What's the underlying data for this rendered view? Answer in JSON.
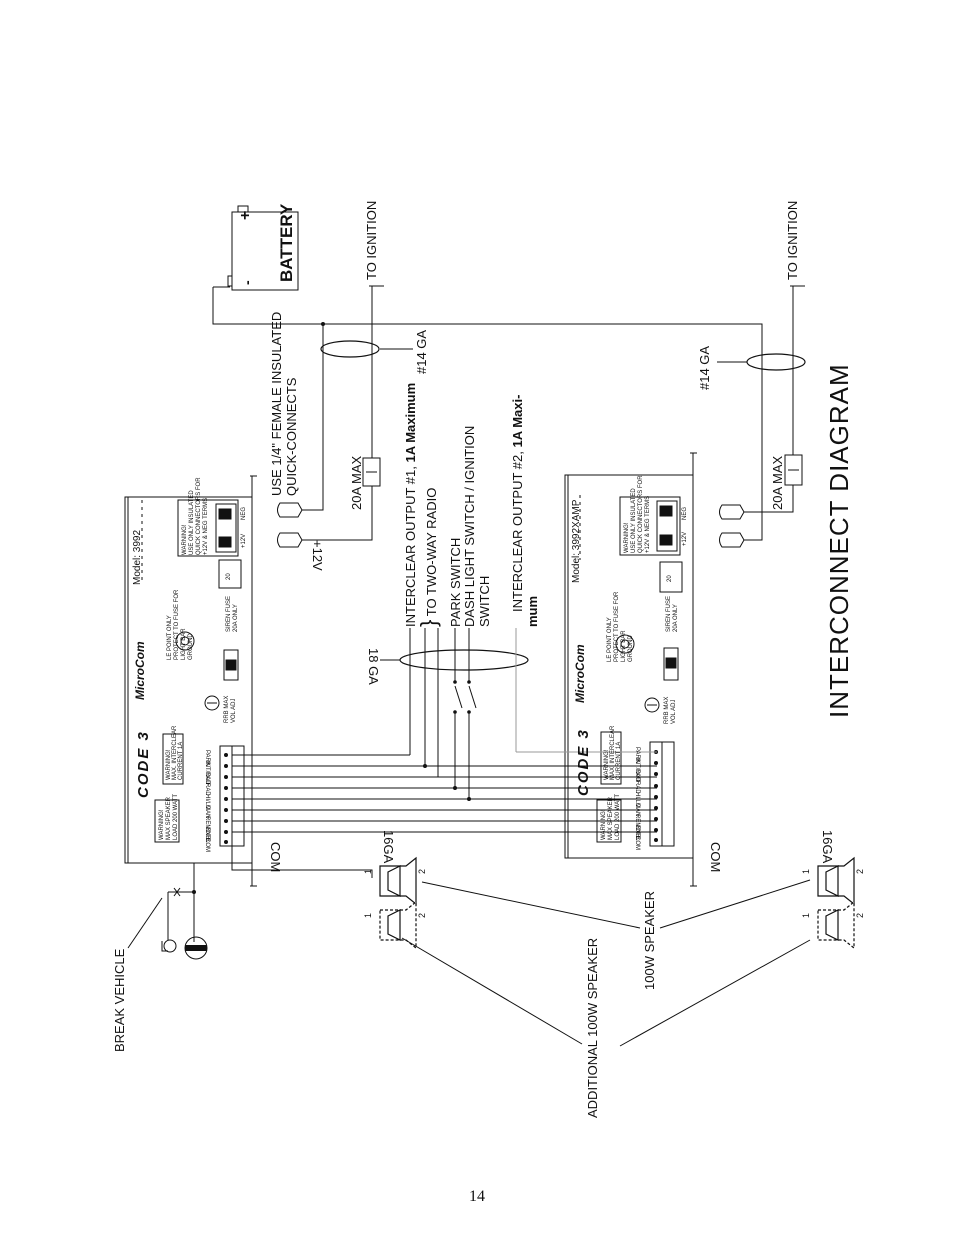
{
  "title": "INTERCONNECT DIAGRAM",
  "page_number": "14",
  "battery": {
    "label": "BATTERY",
    "plus": "+",
    "minus": "-"
  },
  "labels": {
    "to_ignition_1": "TO IGNITION",
    "to_ignition_2": "TO IGNITION",
    "use_quick_connects_1": "USE 1/4\" FEMALE INSULATED",
    "use_quick_connects_2": "QUICK-CONNECTS",
    "ga14_1": "#14 GA",
    "ga14_2": "#14 GA",
    "max20_1": "20A MAX",
    "max20_2": "20A MAX",
    "plus12": "+12V",
    "interclear1_a": "INTERCLEAR OUTPUT #1, ",
    "interclear1_b": "1A Maximum",
    "two_way": "TO TWO-WAY RADIO",
    "park": "PARK SWITCH",
    "dash": "DASH LIGHT SWITCH / IGNITION",
    "switch": "SWITCH",
    "interclear2_a": "INTERCLEAR OUTPUT #2, ",
    "interclear2_b": "1A Maxi-",
    "mum": "mum",
    "ga18": "18 GA",
    "com1": "COM",
    "com2": "COM",
    "ga16_1": "16GA",
    "ga16_2": "16GA",
    "speaker": "100W  SPEAKER",
    "additional": "ADDITIONAL 100W SPEAKER",
    "break_vehicle": "BREAK VEHICLE",
    "pin1": "1",
    "pin2": "2"
  },
  "units": [
    {
      "model": "Model:  3992",
      "brand": "MicroCom",
      "code3": "CODE 3",
      "warning_power": [
        "WARNING!",
        "USE ONLY INSULATED",
        "QUICK CONNECTORS FOR",
        "+12V & NEG TERMS"
      ],
      "terminal": [
        "+12V",
        "NEG"
      ],
      "siren_fuse": [
        "SIREN FUSE",
        "20A ONLY"
      ],
      "fuse": "20",
      "light_bar": [
        "LE POINT ONLY",
        "PROTECT TO FUSE FOR",
        "LIGHT BAR",
        "GROUND"
      ],
      "rrb": [
        "RRB MAX",
        "VOL ADJ"
      ],
      "inter_warning": [
        "WARNING!",
        "MAX. INTERCLEAR",
        "CURRENT 1A"
      ],
      "spk_warning": [
        "WARNING!",
        "MAX SPEAKER",
        "LOAD 200 WATT"
      ],
      "pins": [
        "PARK",
        "INT/OUT",
        "RAD",
        "RAD",
        "HI/LO",
        "MAN",
        "REMOTE",
        "ENBL",
        "COM"
      ]
    },
    {
      "model": "Model:  3992XAMP",
      "brand": "MicroCom",
      "code3": "CODE 3",
      "warning_power": [
        "WARNING!",
        "USE ONLY INSULATED",
        "QUICK CONNECTORS FOR",
        "+12V & NEG TERMS"
      ],
      "terminal": [
        "+12V",
        "NEG"
      ],
      "siren_fuse": [
        "SIREN FUSE",
        "20A ONLY"
      ],
      "fuse": "20",
      "light_bar": [
        "LE POINT ONLY",
        "PROTECT TO FUSE FOR",
        "LIGHT BAR",
        "GROUND"
      ],
      "rrb": [
        "RRB MAX",
        "VOL ADJ"
      ],
      "inter_warning": [
        "WARNING!",
        "MAX. INTERCLEAR",
        "CURRENT 1A"
      ],
      "spk_warning": [
        "WARNING!",
        "MAX SPEAKER",
        "LOAD 200 WATT"
      ],
      "pins": [
        "PARK",
        "INT/OUT",
        "RAD",
        "RAD",
        "HI/LO",
        "MAN",
        "REMOTE",
        "ENBL",
        "COM"
      ]
    }
  ]
}
